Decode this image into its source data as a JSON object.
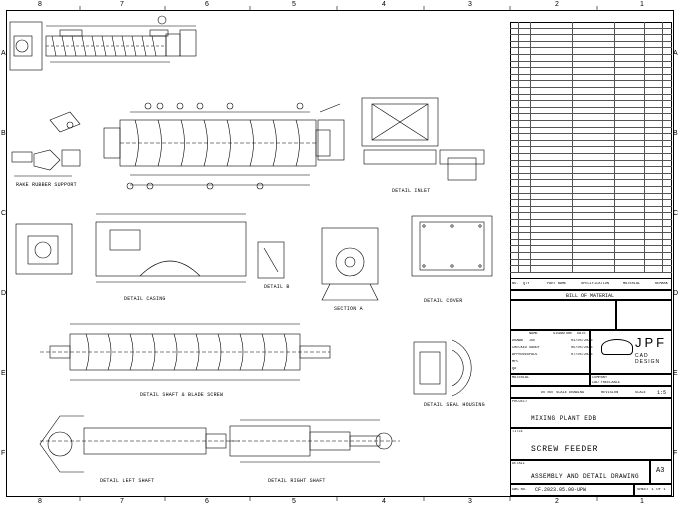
{
  "zones": {
    "columns": [
      "8",
      "7",
      "6",
      "5",
      "4",
      "3",
      "2",
      "1"
    ],
    "rows": [
      "A",
      "B",
      "C",
      "D",
      "E",
      "F"
    ]
  },
  "views": {
    "rake_rubber": "RAKE RUBBER SUPPORT",
    "casing": "DETAIL CASING",
    "shaft_blade": "DETAIL SHAFT & BLADE SCREW",
    "left_shaft": "DETAIL LEFT SHAFT",
    "right_shaft": "DETAIL RIGHT SHAFT",
    "inlet": "DETAIL INLET",
    "section_a": "SECTION A",
    "detail_b": "DETAIL B",
    "cover": "DETAIL COVER",
    "seal_housing": "DETAIL SEAL HOUSING"
  },
  "bom": {
    "title": "BILL OF MATERIAL",
    "headers": [
      "NO.",
      "QTY",
      "PART NAME",
      "SPECIFICATION",
      "MATERIAL",
      "REMARK"
    ]
  },
  "titleblock": {
    "company": "JPF",
    "company_sub": "CAD DESIGN",
    "project_label": "PROJECT",
    "project": "MIXING PLANT EDB",
    "title_label": "TITLE",
    "title": "SCREW FEEDER",
    "detail_label": "DETAIL",
    "detail": "ASSEMBLY AND DETAIL DRAWING",
    "size": "A3",
    "drawing_no_label": "DWG NO.",
    "drawing_no": "CF.2023.05.00-UPW",
    "sheet": "SHEET 1 OF 1",
    "material_label": "MATERIAL",
    "company_label": "COMPANY",
    "company_value": "CAD FREELANCE",
    "scale_label": "SCALE",
    "scale": "1:5",
    "revision_label": "REVISION",
    "notes": "DO NOT SCALE DRAWING",
    "role_labels": [
      "DRAWN",
      "CHECKED",
      "APPROVED",
      "MFG",
      "QA"
    ],
    "sign_headers": [
      "NAME",
      "SIGNATURE",
      "DATE"
    ],
    "names": [
      "JOE",
      "SANDY",
      "PAUL"
    ],
    "dates": [
      "01/05/2023",
      "05/05/2023",
      "07/05/2023"
    ]
  }
}
